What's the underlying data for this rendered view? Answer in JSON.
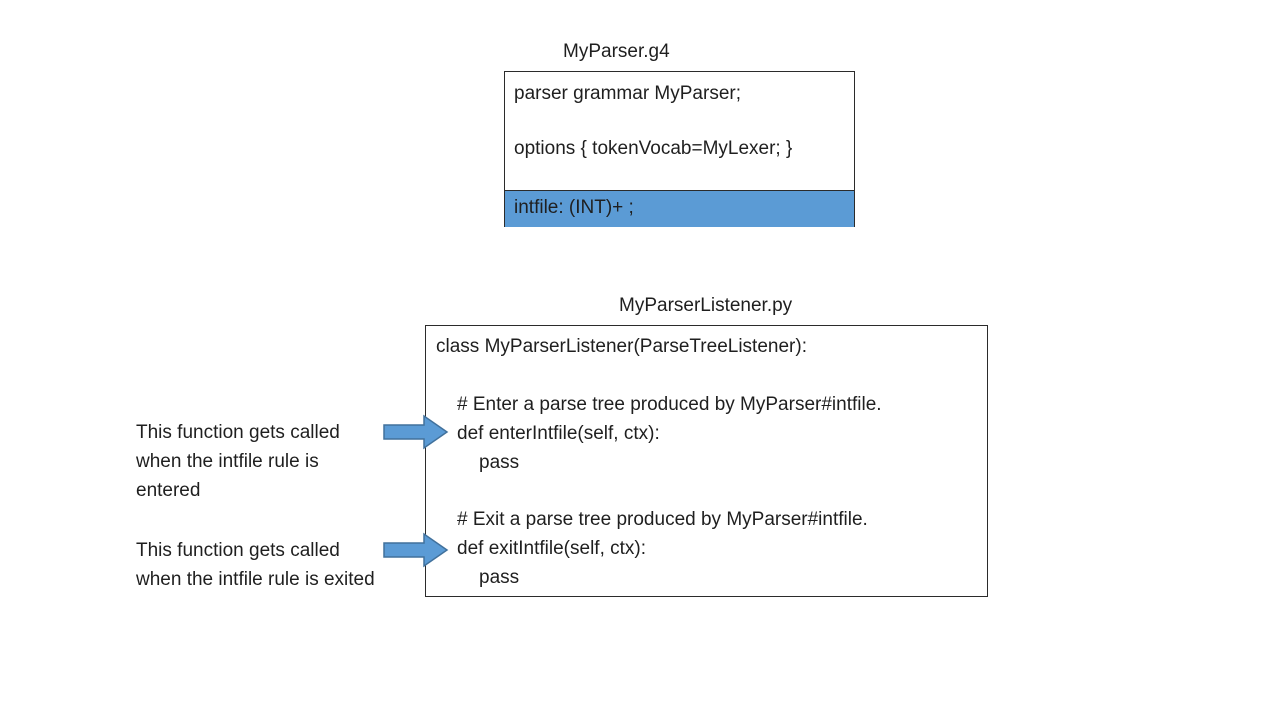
{
  "parser_file": {
    "title": "MyParser.g4",
    "lines": [
      "parser grammar MyParser;",
      "options { tokenVocab=MyLexer; }",
      "intfile: (INT)+ ;"
    ],
    "highlight_color": "#5b9bd5"
  },
  "listener_file": {
    "title": "MyParserListener.py",
    "lines": [
      "class MyParserListener(ParseTreeListener):",
      "# Enter a parse tree produced by MyParser#intfile.",
      "def enterIntfile(self, ctx):",
      "pass",
      "# Exit a parse tree produced by MyParser#intfile.",
      "def exitIntfile(self, ctx):",
      "pass"
    ]
  },
  "annotations": [
    {
      "text": "This function gets called when the intfile rule is entered",
      "arrow_icon": "right-arrow-icon",
      "arrow_color": "#5b9bd5"
    },
    {
      "text": "This function gets called when the intfile rule is exited",
      "arrow_icon": "right-arrow-icon",
      "arrow_color": "#5b9bd5"
    }
  ]
}
